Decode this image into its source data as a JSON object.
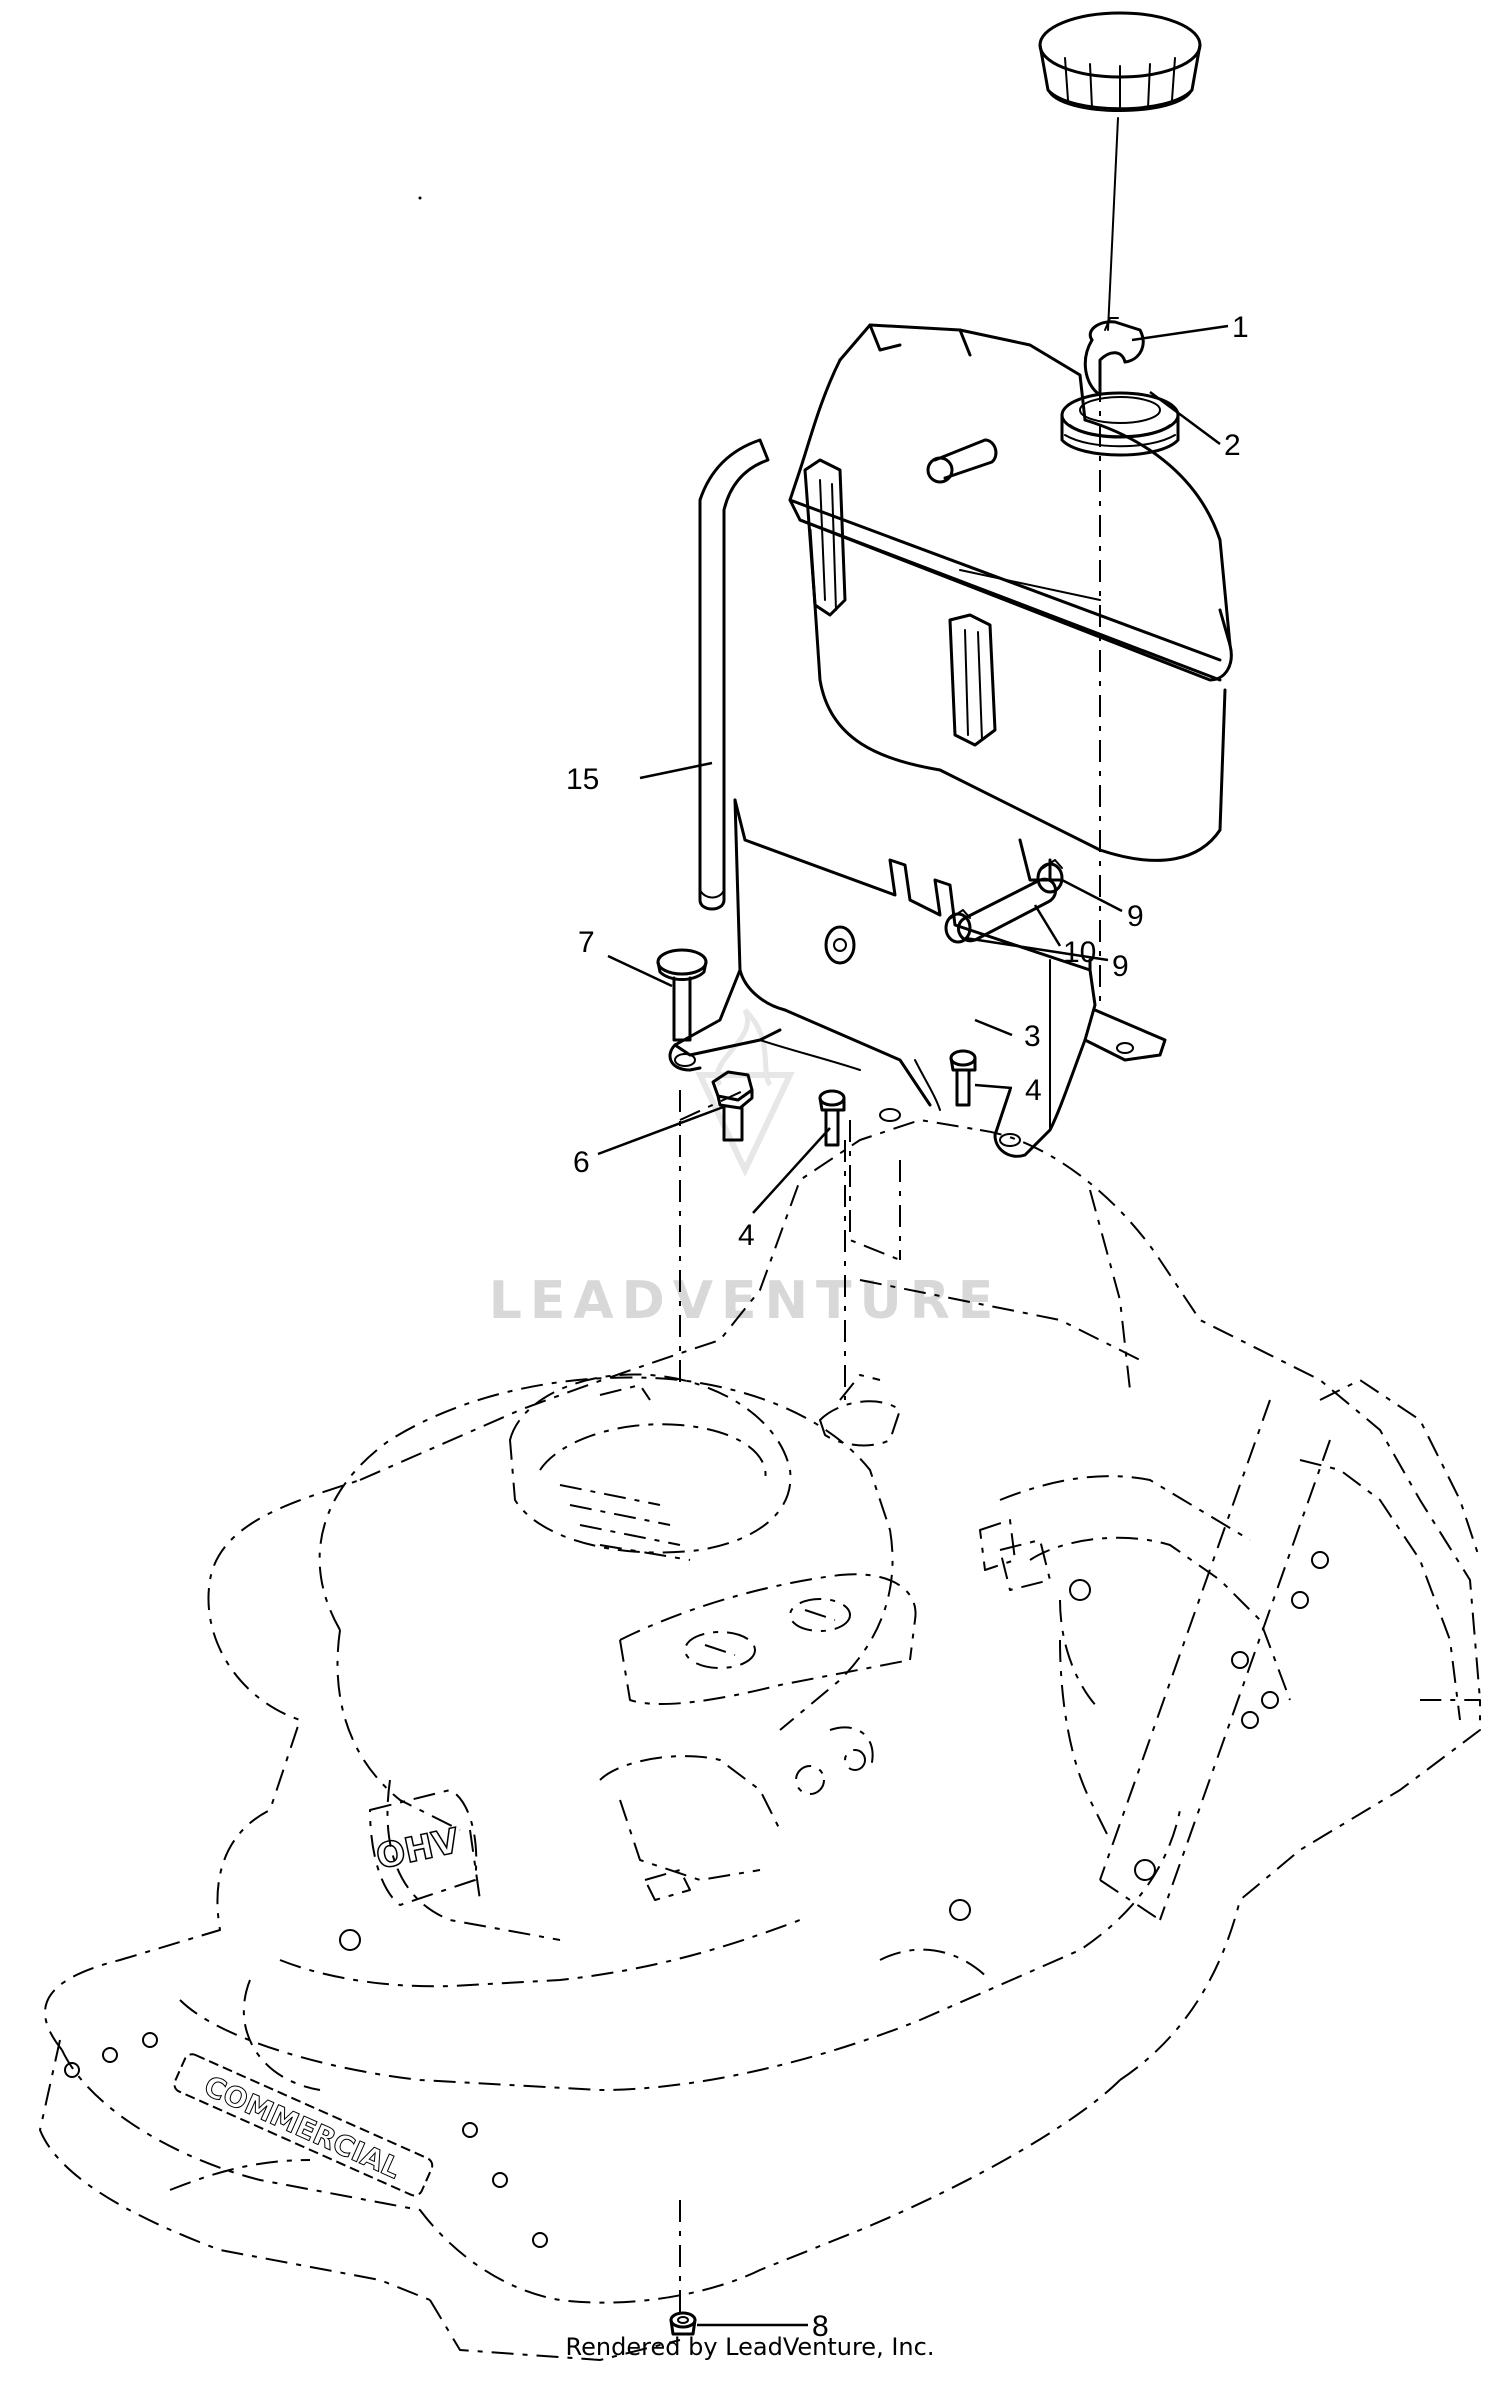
{
  "callouts": {
    "c1": "1",
    "c2": "2",
    "c15": "15",
    "c9a": "9",
    "c10": "10",
    "c9b": "9",
    "c7": "7",
    "c3": "3",
    "c4a": "4",
    "c6": "6",
    "c4b": "4",
    "c8": "8"
  },
  "engine_decal": "OHV",
  "deck_decal": "COMMERCIAL",
  "watermark": "LEADVENTURE",
  "footer": "Rendered by LeadVenture, Inc."
}
